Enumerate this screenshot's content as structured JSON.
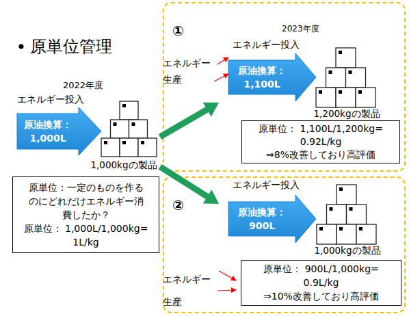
{
  "diagram": {
    "title": "原単位管理",
    "nodes": [
      {
        "text": [
          "原油換算： 1,000L"
        ]
      },
      {
        "text": [
          "1,000kgの製品"
        ]
      },
      {
        "text": [
          "原単位：一定のものを作る のにどれだけエネルギー消 費したか？",
          "原単位： 1,000L/1,000kg= 1L/kg"
        ]
      },
      {
        "text": [
          "①"
        ]
      },
      {
        "text": [
          "原油換算： 1,100L"
        ],
        "in": 3
      },
      {
        "text": [
          "1,200kgの製品"
        ],
        "in": 3
      },
      {
        "text": [
          "原単位： 1,100L/1,200kg= 0.92L/kg",
          "⇒8%改善しており高評価"
        ],
        "in": 3
      },
      {
        "text": [
          "②"
        ]
      },
      {
        "text": [
          "原油換算： 900L"
        ],
        "in": 7
      },
      {
        "text": [
          "1,000kgの製品"
        ],
        "in": 7
      },
      {
        "text": [
          "原単位： 900L/1,000kg= 0.9L/kg",
          "⇒10%改善しており高評価"
        ],
        "in": 7
      }
    ],
    "edges": [
      {
        "from": 1,
        "to": 3,
        "arrow": "to"
      },
      {
        "from": 1,
        "to": 7,
        "arrow": "to"
      }
    ],
    "labels": [
      "2022年度",
      "エネルギー投入",
      "2023年度",
      "エネルギー投入",
      "エネルギー 生産",
      "エネルギー投入",
      "エネルギー 生産"
    ]
  }
}
